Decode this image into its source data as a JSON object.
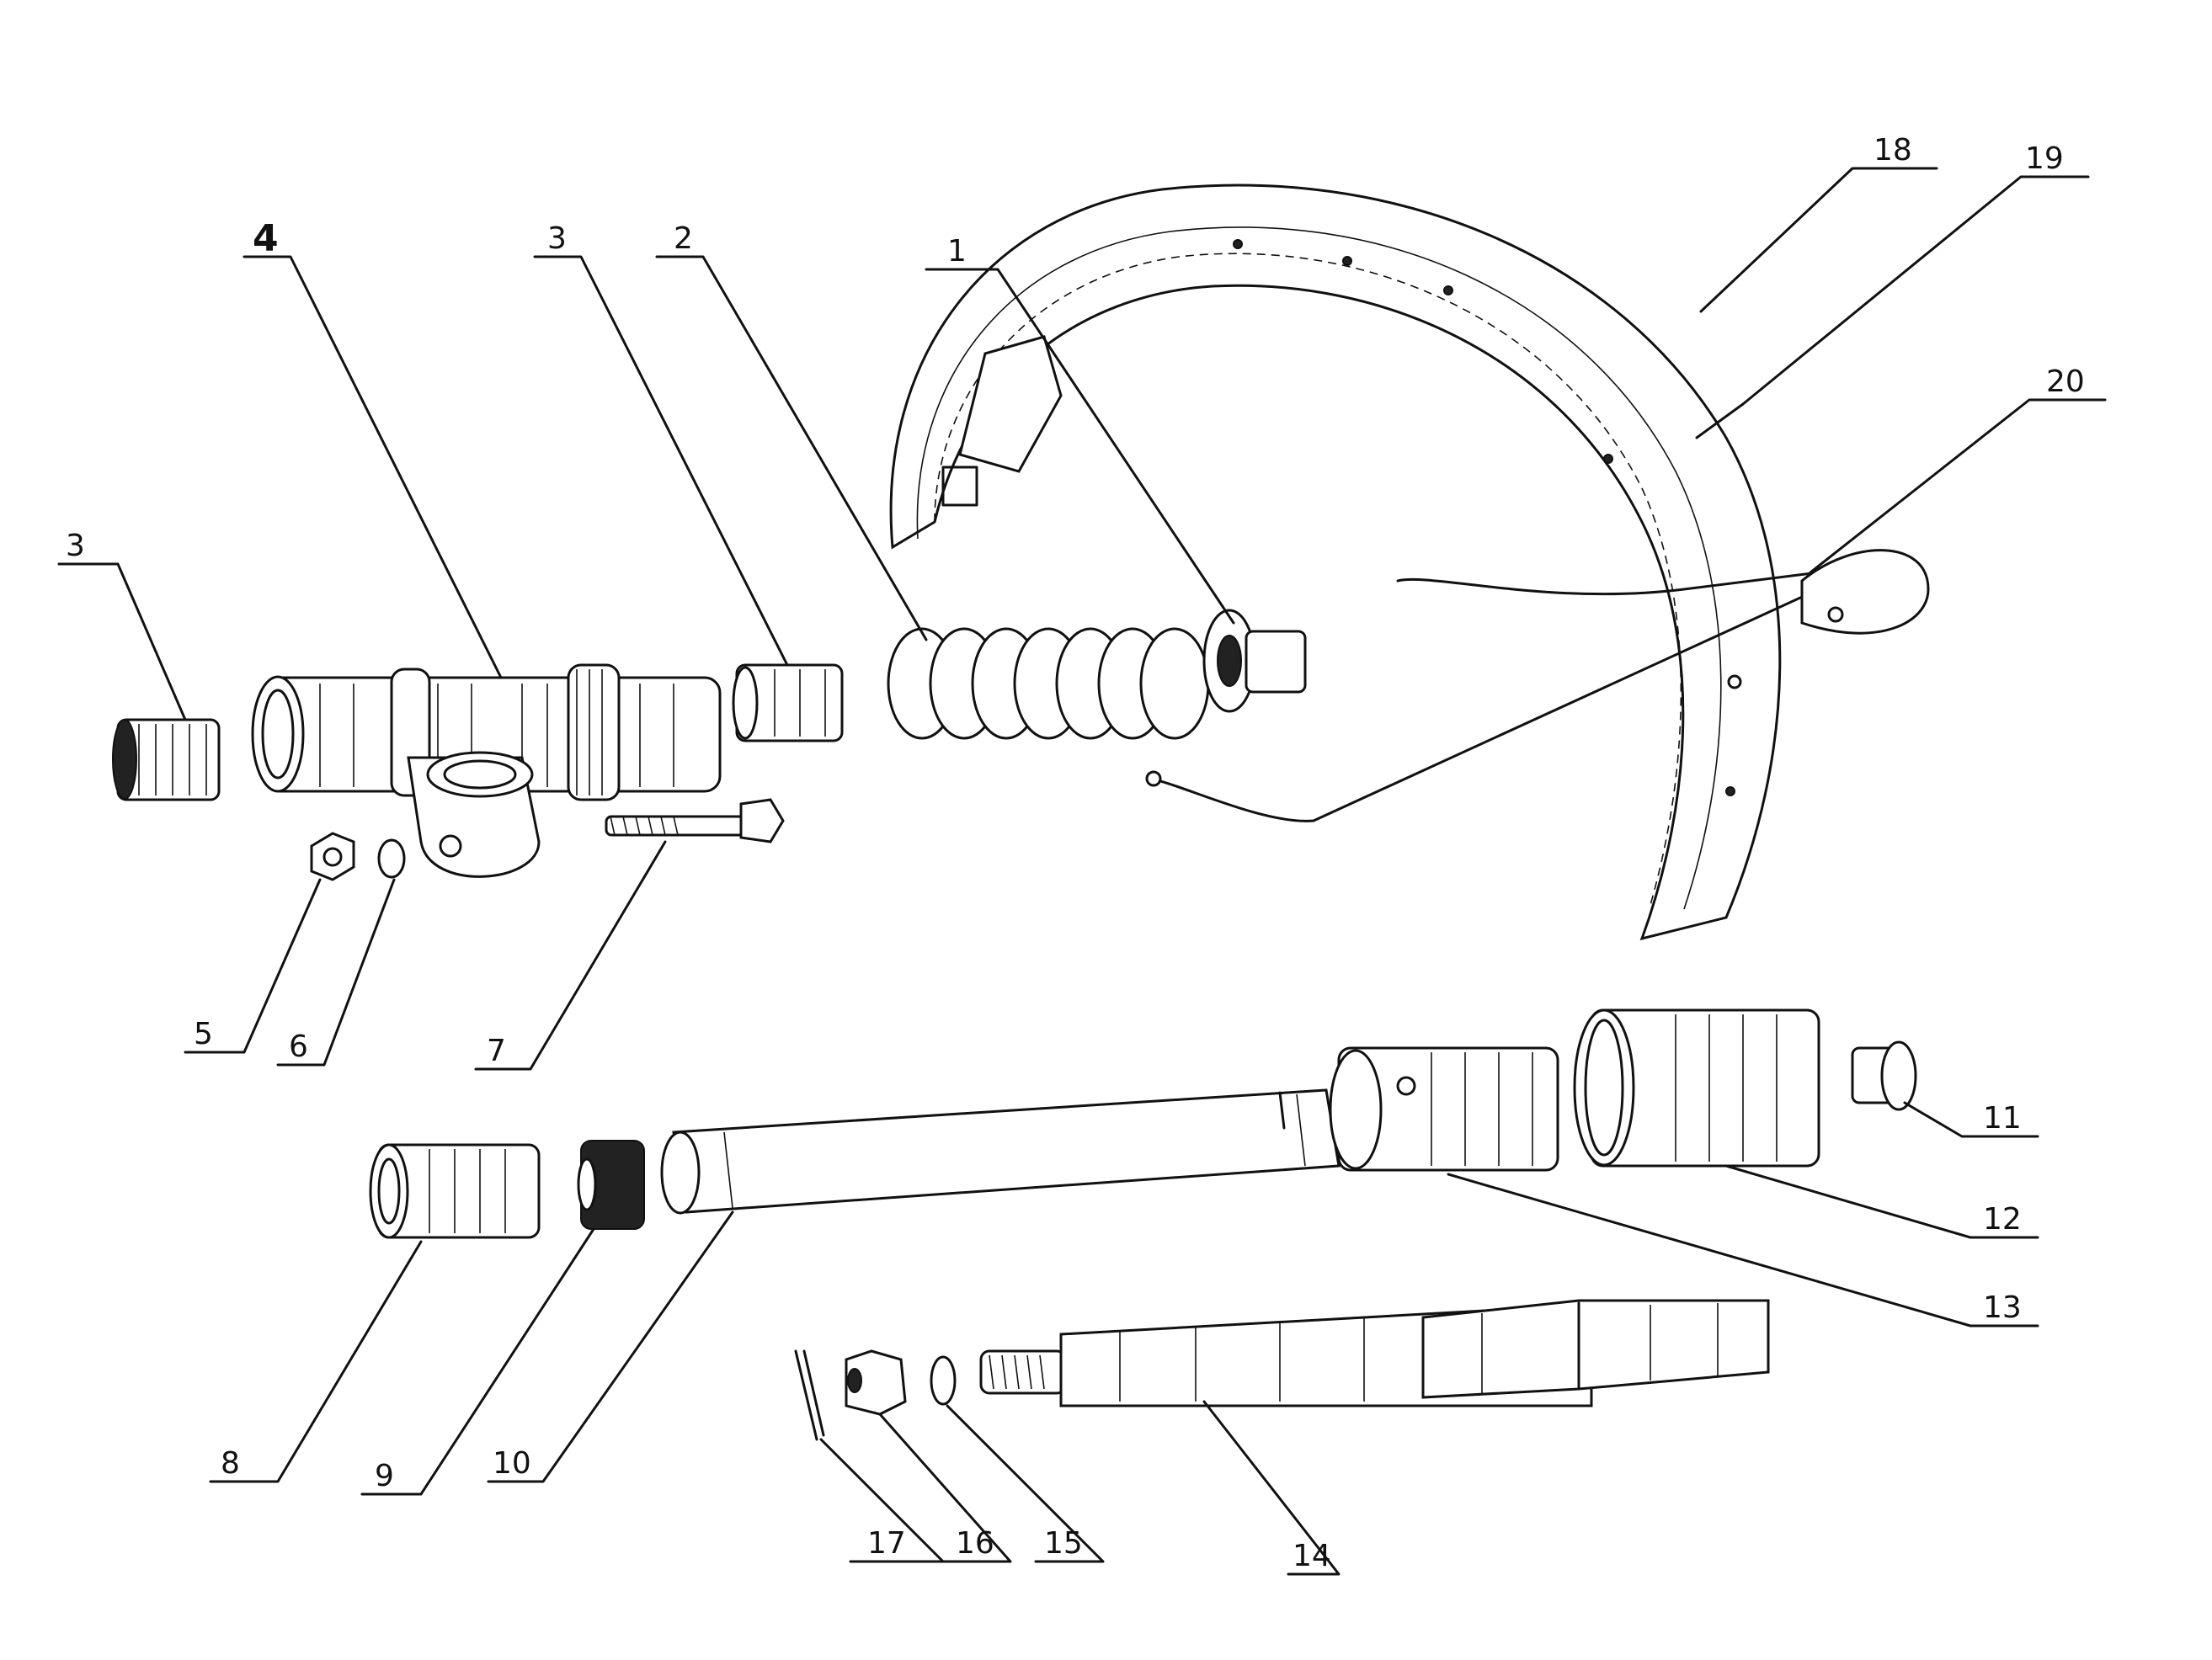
{
  "callouts": [
    {
      "id": "c1",
      "text": "1"
    },
    {
      "id": "c2",
      "text": "2"
    },
    {
      "id": "c3a",
      "text": "3"
    },
    {
      "id": "c3b",
      "text": "3"
    },
    {
      "id": "c4",
      "text": "4"
    },
    {
      "id": "c5",
      "text": "5"
    },
    {
      "id": "c6",
      "text": "6"
    },
    {
      "id": "c7",
      "text": "7"
    },
    {
      "id": "c8",
      "text": "8"
    },
    {
      "id": "c9",
      "text": "9"
    },
    {
      "id": "c10",
      "text": "10"
    },
    {
      "id": "c11",
      "text": "11"
    },
    {
      "id": "c12",
      "text": "12"
    },
    {
      "id": "c13",
      "text": "13"
    },
    {
      "id": "c14",
      "text": "14"
    },
    {
      "id": "c15",
      "text": "15"
    },
    {
      "id": "c16",
      "text": "16"
    },
    {
      "id": "c17",
      "text": "17"
    },
    {
      "id": "c18",
      "text": "18"
    },
    {
      "id": "c19",
      "text": "19"
    },
    {
      "id": "c20",
      "text": "20"
    }
  ]
}
